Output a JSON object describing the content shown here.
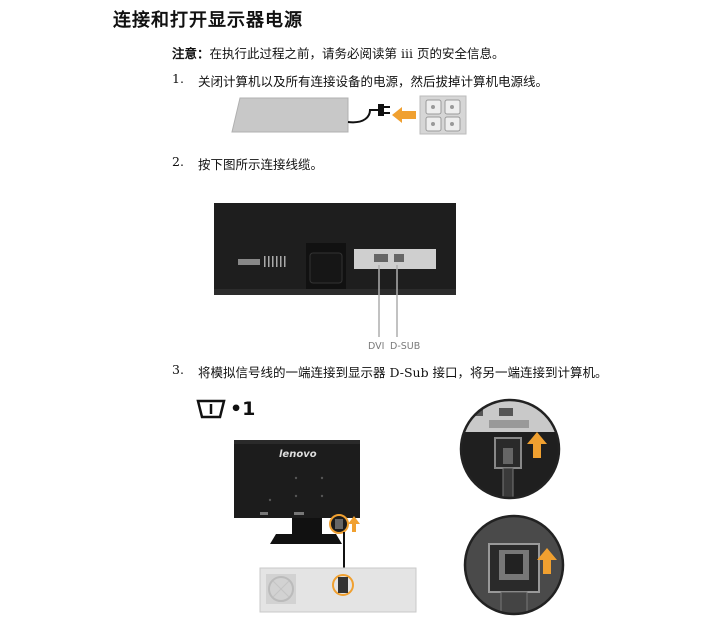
{
  "heading": "连接和打开显示器电源",
  "note": {
    "label": "注意：",
    "text": "在执行此过程之前，请务必阅读第 iii 页的安全信息。"
  },
  "steps": [
    {
      "num": "1.",
      "text": "关闭计算机以及所有连接设备的电源，然后拔掉计算机电源线。"
    },
    {
      "num": "2.",
      "text": "按下图所示连接线缆。"
    },
    {
      "num": "3.",
      "text": "将模拟信号线的一端连接到显示器 D-Sub 接口，将另一端连接到计算机。"
    }
  ],
  "ports": {
    "dvi": "DVI",
    "dsub": "D-SUB"
  },
  "monitor_brand": "lenovo",
  "vga_icon": {
    "name": "vga-port-icon",
    "suffix": "•1"
  },
  "colors": {
    "arrow_orange": "#f0a030",
    "panel_gray": "#d0d0d0",
    "monitor_dark": "#1c1c1c"
  }
}
